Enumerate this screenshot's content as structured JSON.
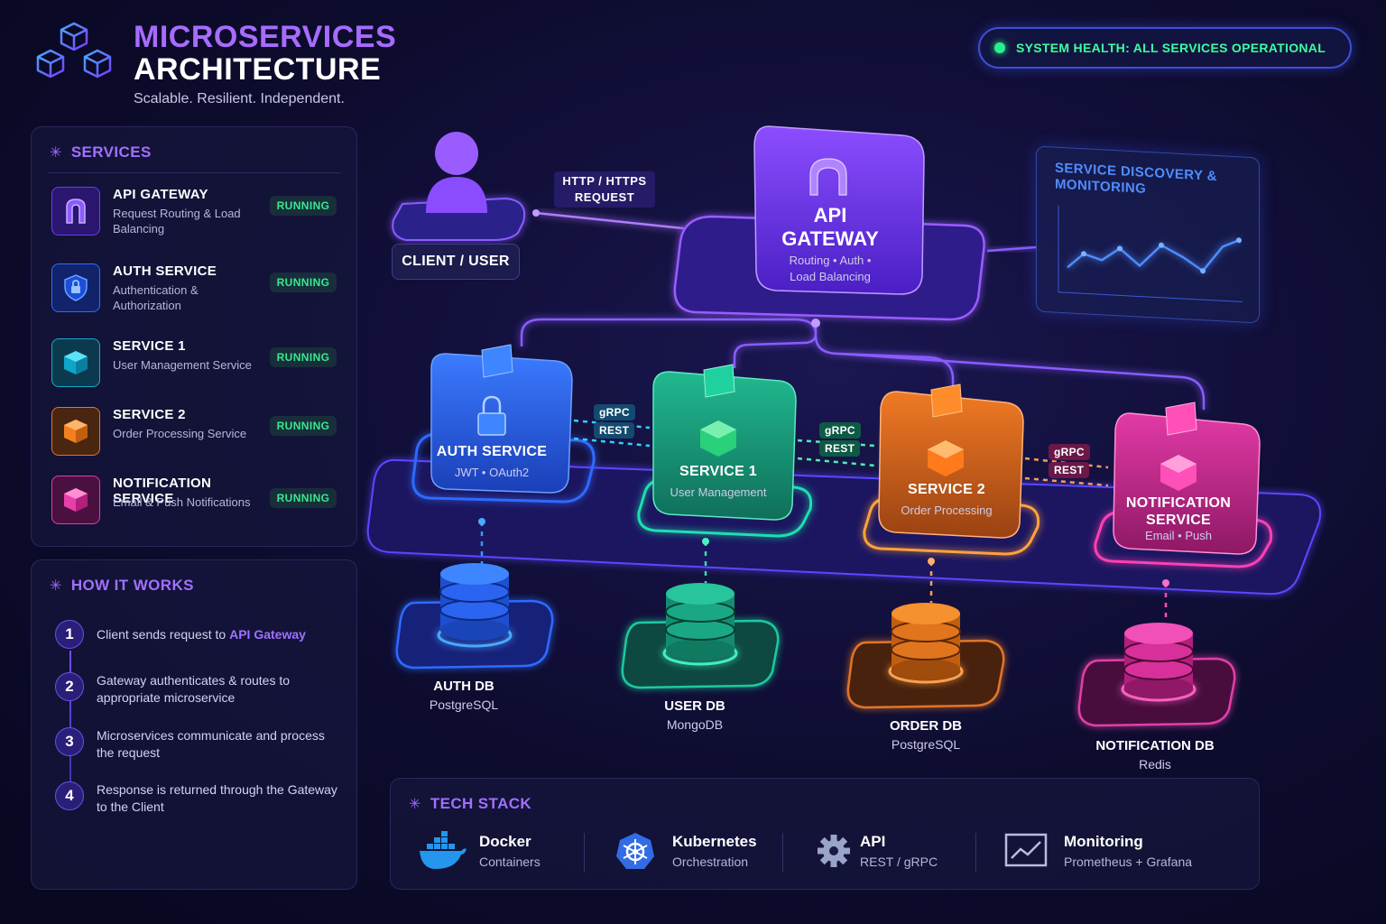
{
  "header": {
    "title_line1": "MICROSERVICES",
    "title_line2": "ARCHITECTURE",
    "tagline": "Scalable. Resilient. Independent.",
    "health": "SYSTEM HEALTH: ALL SERVICES OPERATIONAL"
  },
  "services_panel": {
    "title": "SERVICES",
    "items": [
      {
        "name": "API GATEWAY",
        "desc": "Request Routing & Load Balancing",
        "status": "RUNNING",
        "color": "#7c3aed"
      },
      {
        "name": "AUTH SERVICE",
        "desc": "Authentication & Authorization",
        "status": "RUNNING",
        "color": "#2563eb"
      },
      {
        "name": "SERVICE 1",
        "desc": "User Management Service",
        "status": "RUNNING",
        "color": "#06b6d4"
      },
      {
        "name": "SERVICE 2",
        "desc": "Order Processing Service",
        "status": "RUNNING",
        "color": "#f97316"
      },
      {
        "name": "NOTIFICATION SERVICE",
        "desc": "Email & Push Notifications",
        "status": "RUNNING",
        "color": "#ec4899"
      }
    ]
  },
  "how_it_works": {
    "title": "HOW IT WORKS",
    "steps": [
      {
        "num": "1",
        "text": "Client sends request to ",
        "highlight": "API Gateway"
      },
      {
        "num": "2",
        "text": "Gateway authenticates & routes to appropriate microservice",
        "highlight": ""
      },
      {
        "num": "3",
        "text": "Microservices communicate and process the request",
        "highlight": ""
      },
      {
        "num": "4",
        "text": "Response is returned through the Gateway to the Client",
        "highlight": ""
      }
    ]
  },
  "diagram": {
    "client_label": "CLIENT / USER",
    "request_label_1": "HTTP / HTTPS",
    "request_label_2": "REQUEST",
    "gateway": {
      "name_1": "API",
      "name_2": "GATEWAY",
      "sub_1": "Routing • Auth •",
      "sub_2": "Load Balancing"
    },
    "monitoring_title": "SERVICE DISCOVERY & MONITORING",
    "services": [
      {
        "name": "AUTH SERVICE",
        "sub": "JWT • OAuth2",
        "color": "#2f6bff"
      },
      {
        "name": "SERVICE 1",
        "sub": "User Management",
        "color": "#1fc9a0"
      },
      {
        "name": "SERVICE 2",
        "sub": "Order Processing",
        "color": "#ff8a2a"
      },
      {
        "name_1": "NOTIFICATION",
        "name_2": "SERVICE",
        "sub": "Email • Push",
        "color": "#ff3fb4"
      }
    ],
    "protocols": [
      {
        "top": "gRPC",
        "bottom": "REST"
      },
      {
        "top": "gRPC",
        "bottom": "REST"
      },
      {
        "top": "gRPC",
        "bottom": "REST"
      }
    ],
    "databases": [
      {
        "name": "AUTH DB",
        "engine": "PostgreSQL"
      },
      {
        "name": "USER DB",
        "engine": "MongoDB"
      },
      {
        "name": "ORDER DB",
        "engine": "PostgreSQL"
      },
      {
        "name": "NOTIFICATION DB",
        "engine": "Redis"
      }
    ]
  },
  "tech_stack": {
    "title": "TECH STACK",
    "items": [
      {
        "name": "Docker",
        "desc": "Containers",
        "icon": "docker-icon"
      },
      {
        "name": "Kubernetes",
        "desc": "Orchestration",
        "icon": "kubernetes-icon"
      },
      {
        "name": "API",
        "desc": "REST / gRPC",
        "icon": "gear-icon"
      },
      {
        "name": "Monitoring",
        "desc": "Prometheus + Grafana",
        "icon": "chart-line-icon"
      }
    ]
  }
}
